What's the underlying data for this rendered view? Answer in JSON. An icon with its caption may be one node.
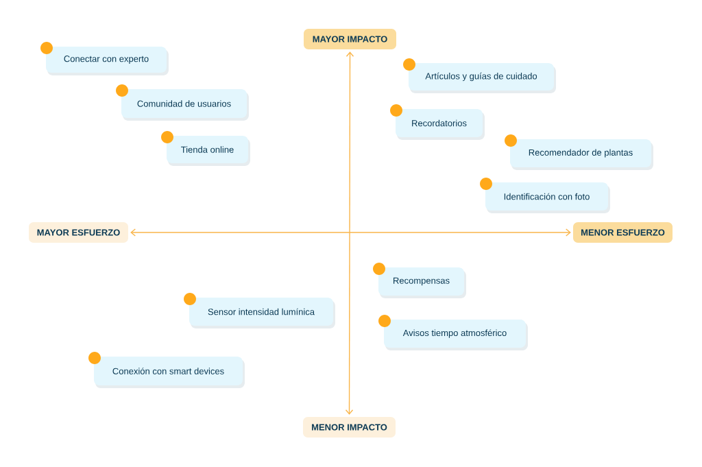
{
  "diagram": {
    "nodes": [
      {
        "text": [
          "MAYOR IMPACTO"
        ]
      },
      {
        "text": [
          "MENOR IMPACTO"
        ]
      },
      {
        "text": [
          "MAYOR ESFUERZO"
        ]
      },
      {
        "text": [
          "MENOR ESFUERZO"
        ]
      },
      {
        "text": [
          "Conectar con experto"
        ]
      },
      {
        "text": [
          "Comunidad de usuarios"
        ]
      },
      {
        "text": [
          "Tienda online"
        ]
      },
      {
        "text": [
          "Artículos y guías de cuidado"
        ]
      },
      {
        "text": [
          "Recordatorios"
        ]
      },
      {
        "text": [
          "Recomendador de plantas"
        ]
      },
      {
        "text": [
          "Identificación con foto"
        ]
      },
      {
        "text": [
          "Recompensas"
        ]
      },
      {
        "text": [
          "Sensor intensidad lumínica"
        ]
      },
      {
        "text": [
          "Avisos tiempo atmosférico"
        ]
      },
      {
        "text": [
          "Conexión con smart devices"
        ]
      }
    ],
    "edges": [
      {
        "from": 0,
        "to": 1,
        "arrow": "both"
      },
      {
        "from": 2,
        "to": 3,
        "arrow": "both"
      }
    ]
  }
}
